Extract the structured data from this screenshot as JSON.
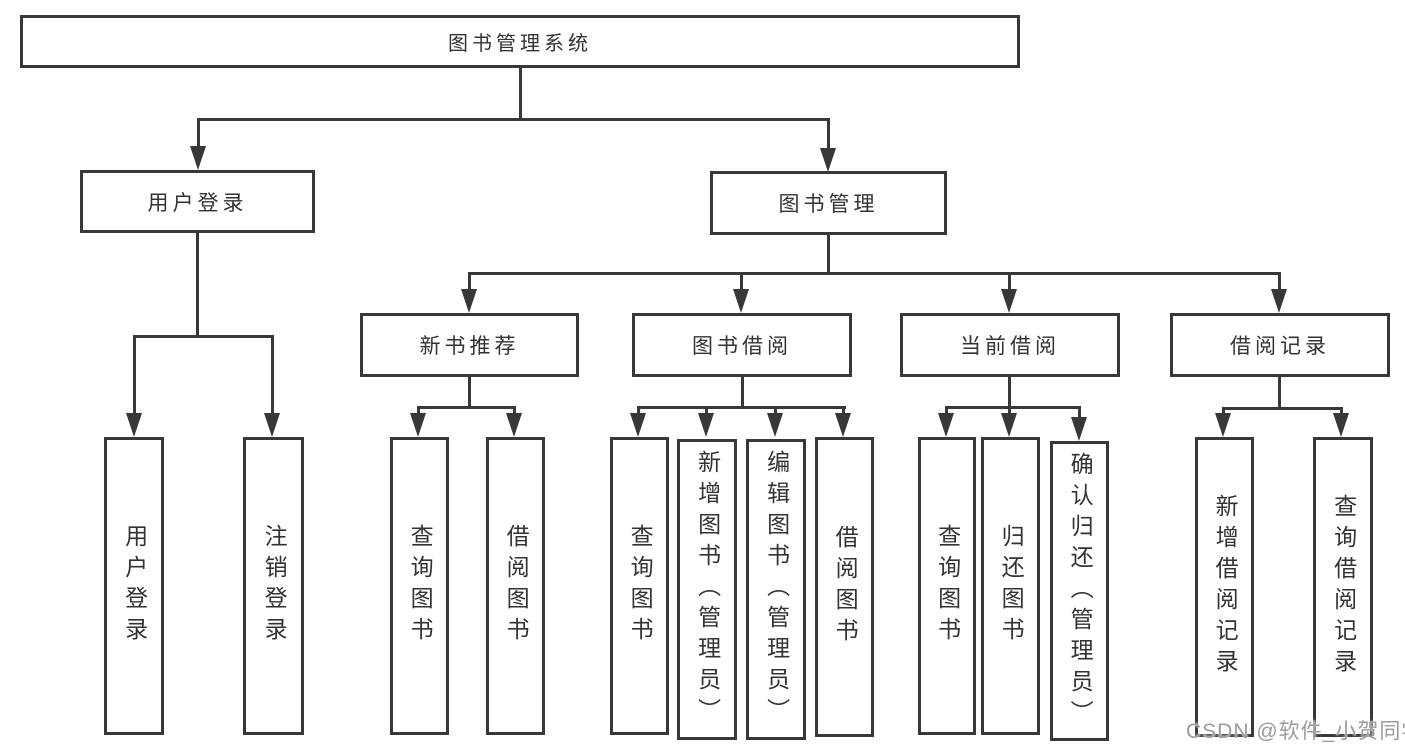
{
  "diagram": {
    "root": {
      "label": "图书管理系统"
    },
    "level2": [
      {
        "label": "用户登录",
        "parent": "图书管理系统"
      },
      {
        "label": "图书管理",
        "parent": "图书管理系统"
      }
    ],
    "level3": [
      {
        "label": "新书推荐",
        "parent": "图书管理"
      },
      {
        "label": "图书借阅",
        "parent": "图书管理"
      },
      {
        "label": "当前借阅",
        "parent": "图书管理"
      },
      {
        "label": "借阅记录",
        "parent": "图书管理"
      }
    ],
    "leaves": [
      {
        "label": "用户登录",
        "parent": "用户登录"
      },
      {
        "label": "注销登录",
        "parent": "用户登录"
      },
      {
        "label": "查询图书",
        "parent": "新书推荐"
      },
      {
        "label": "借阅图书",
        "parent": "新书推荐"
      },
      {
        "label": "查询图书",
        "parent": "图书借阅"
      },
      {
        "label": "新增图书（管理员）",
        "parent": "图书借阅"
      },
      {
        "label": "编辑图书（管理员）",
        "parent": "图书借阅"
      },
      {
        "label": "借阅图书",
        "parent": "图书借阅"
      },
      {
        "label": "查询图书",
        "parent": "当前借阅"
      },
      {
        "label": "归还图书",
        "parent": "当前借阅"
      },
      {
        "label": "确认归还（管理员）",
        "parent": "当前借阅"
      },
      {
        "label": "新增借阅记录",
        "parent": "借阅记录"
      },
      {
        "label": "查询借阅记录",
        "parent": "借阅记录"
      }
    ]
  },
  "watermark": {
    "text": "CSDN @软件_小贺同学"
  },
  "colors": {
    "line": "#383838",
    "text": "#333333",
    "background": "#ffffff",
    "watermark": "#9c9c9c"
  }
}
